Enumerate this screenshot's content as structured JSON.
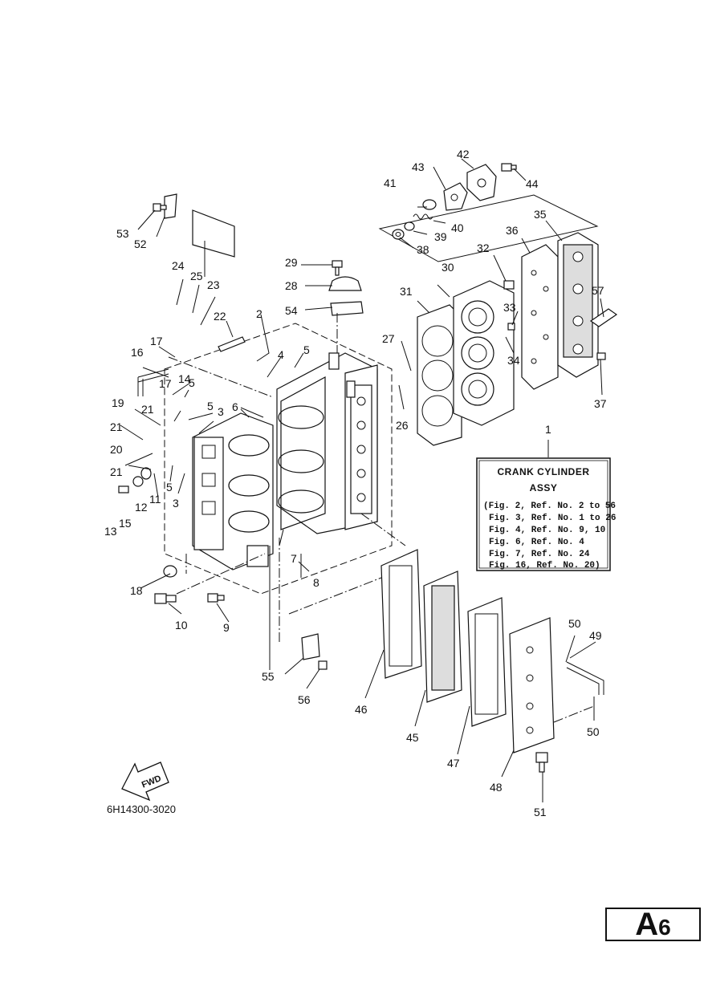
{
  "callouts": [
    "1",
    "2",
    "3",
    "3",
    "4",
    "5",
    "5",
    "5",
    "5",
    "6",
    "7",
    "8",
    "9",
    "10",
    "11",
    "12",
    "13",
    "14",
    "15",
    "16",
    "17",
    "17",
    "18",
    "19",
    "20",
    "21",
    "21",
    "21",
    "22",
    "23",
    "24",
    "25",
    "26",
    "27",
    "28",
    "29",
    "30",
    "31",
    "32",
    "33",
    "34",
    "35",
    "36",
    "37",
    "38",
    "39",
    "40",
    "41",
    "42",
    "43",
    "44",
    "45",
    "46",
    "47",
    "48",
    "49",
    "50",
    "50",
    "51",
    "52",
    "53",
    "54",
    "55",
    "56",
    "57"
  ],
  "assembly_box": {
    "title_line1": "CRANK CYLINDER",
    "title_line2": "ASSY",
    "refs": [
      "(Fig. 2, Ref. No. 2 to 56",
      "Fig. 3, Ref. No. 1 to 26",
      "Fig. 4, Ref. No. 9, 10",
      "Fig. 6, Ref. No. 4",
      "Fig. 7, Ref. No. 24",
      "Fig. 16, Ref. No. 20)"
    ]
  },
  "fwd_label": "FWD",
  "diagram_code": "6H14300-3020",
  "page_code": {
    "letter": "A",
    "number": "6"
  }
}
